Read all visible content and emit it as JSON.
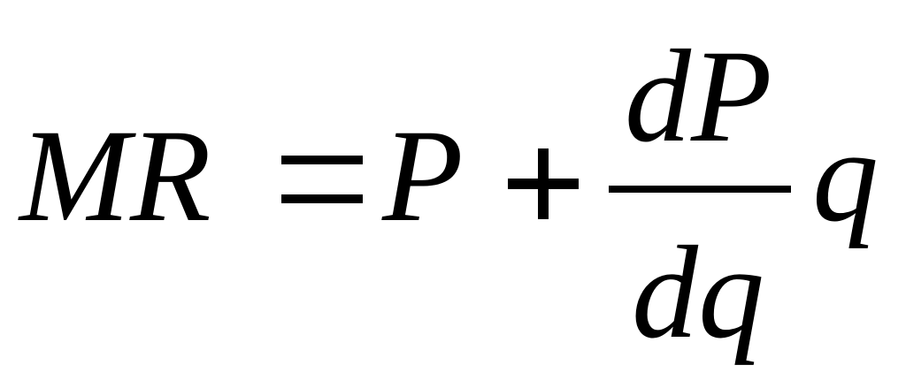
{
  "equation": {
    "lhs": "MR",
    "equals": "=",
    "price": "P",
    "plus": "+",
    "numerator": "dP",
    "denominator": "dq",
    "multiplier": "q"
  }
}
